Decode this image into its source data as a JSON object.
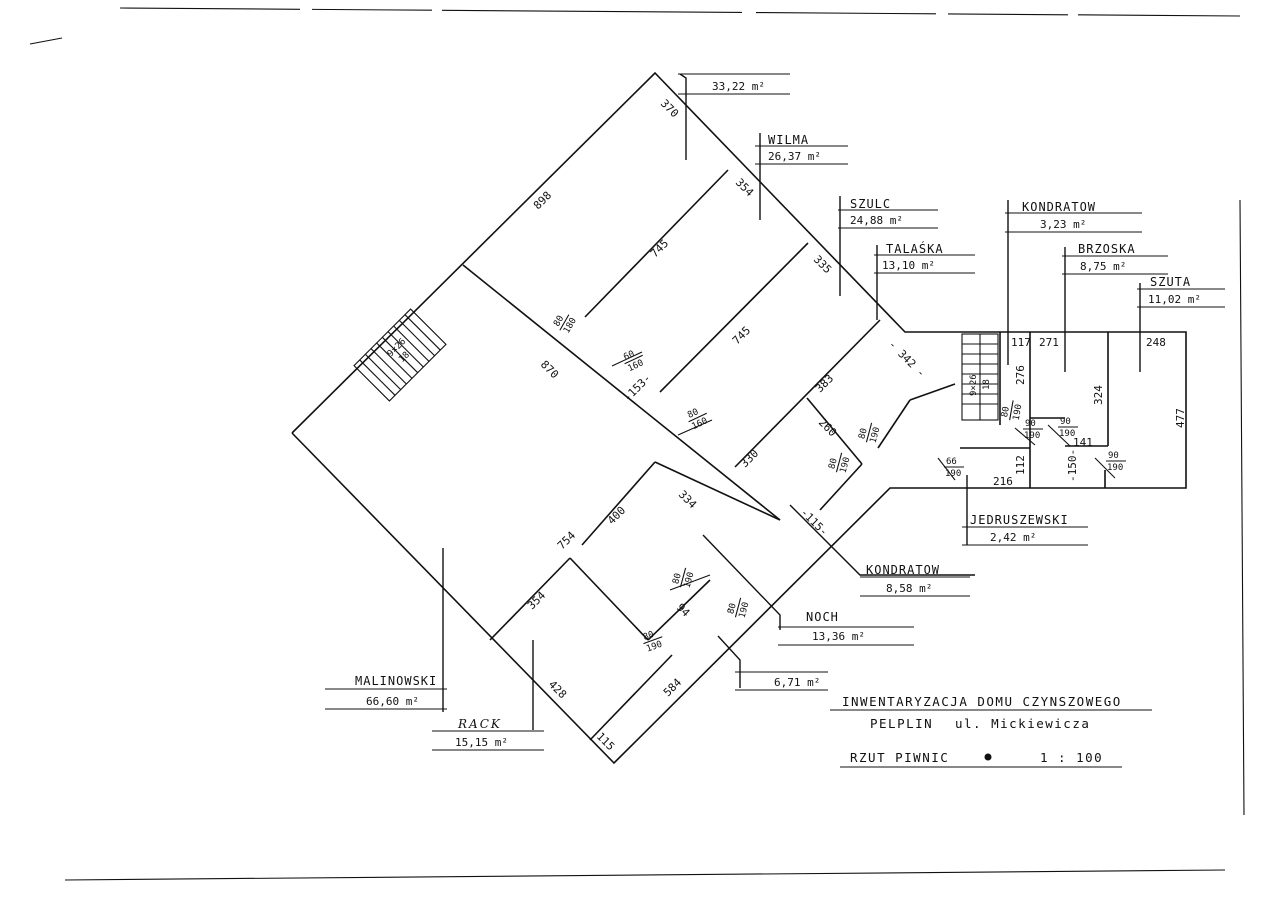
{
  "tenants": [
    {
      "id": "t1",
      "name": "",
      "area": "33,22 m²"
    },
    {
      "id": "t2",
      "name": "WILMA",
      "area": "26,37 m²"
    },
    {
      "id": "t3",
      "name": "SZULC",
      "area": "24,88 m²"
    },
    {
      "id": "t4",
      "name": "KONDRATOW",
      "area": "3,23 m²"
    },
    {
      "id": "t5",
      "name": "TALAŚKA",
      "area": "13,10 m²"
    },
    {
      "id": "t6",
      "name": "BRZOSKA",
      "area": "8,75 m²"
    },
    {
      "id": "t7",
      "name": "SZUTA",
      "area": "11,02 m²"
    },
    {
      "id": "t8",
      "name": "JEDRUSZEWSKI",
      "area": "2,42 m²"
    },
    {
      "id": "t9",
      "name": "KONDRATOW",
      "area": "8,58 m²"
    },
    {
      "id": "t10",
      "name": "NOCH",
      "area": "13,36 m²"
    },
    {
      "id": "t11",
      "name": "",
      "area": "6,71 m²"
    },
    {
      "id": "t12",
      "name": "MALINOWSKI",
      "area": "66,60 m²"
    },
    {
      "id": "t13",
      "name": "RACK",
      "area": "15,15 m²"
    }
  ],
  "dimensions": {
    "d370": "370",
    "d898": "898",
    "d354a": "354",
    "d745a": "745",
    "d335": "335",
    "d745b": "745",
    "d870": "870",
    "d153": "-153-",
    "d383": "383",
    "d342": "- 342 -",
    "d330": "330",
    "d260": "260",
    "d115a": "-115-",
    "d334": "334",
    "d400": "400",
    "d754": "754",
    "d354b": "354",
    "d94": "94",
    "d428": "428",
    "d584": "584",
    "d115b": "115",
    "d117": "117",
    "d271": "271",
    "d248": "248",
    "d276": "276",
    "d324": "324",
    "d477": "477",
    "d141": "141",
    "d112": "112",
    "d216": "216",
    "d150": "-150-"
  },
  "doors": [
    {
      "top": "80",
      "bottom": "180"
    },
    {
      "top": "60",
      "bottom": "160"
    },
    {
      "top": "80",
      "bottom": "160"
    },
    {
      "top": "80",
      "bottom": "190"
    },
    {
      "top": "80",
      "bottom": "190"
    },
    {
      "top": "80",
      "bottom": "190"
    },
    {
      "top": "80",
      "bottom": "190"
    },
    {
      "top": "80",
      "bottom": "190"
    },
    {
      "top": "80",
      "bottom": "190"
    },
    {
      "top": "90",
      "bottom": "190"
    },
    {
      "top": "90",
      "bottom": "190"
    },
    {
      "top": "90",
      "bottom": "190"
    },
    {
      "top": "66",
      "bottom": "190"
    },
    {
      "top": "80",
      "bottom": "190"
    }
  ],
  "stairs": [
    {
      "label": "9×26",
      "sub": "18"
    },
    {
      "label": "9×26",
      "sub": "18"
    }
  ],
  "title_block": {
    "line1": "INWENTARYZACJA DOMU CZYNSZOWEGO",
    "town": "PELPLIN",
    "street": "ul. Mickiewicza",
    "plan_label": "RZUT PIWNIC",
    "scale": "1 : 100"
  }
}
